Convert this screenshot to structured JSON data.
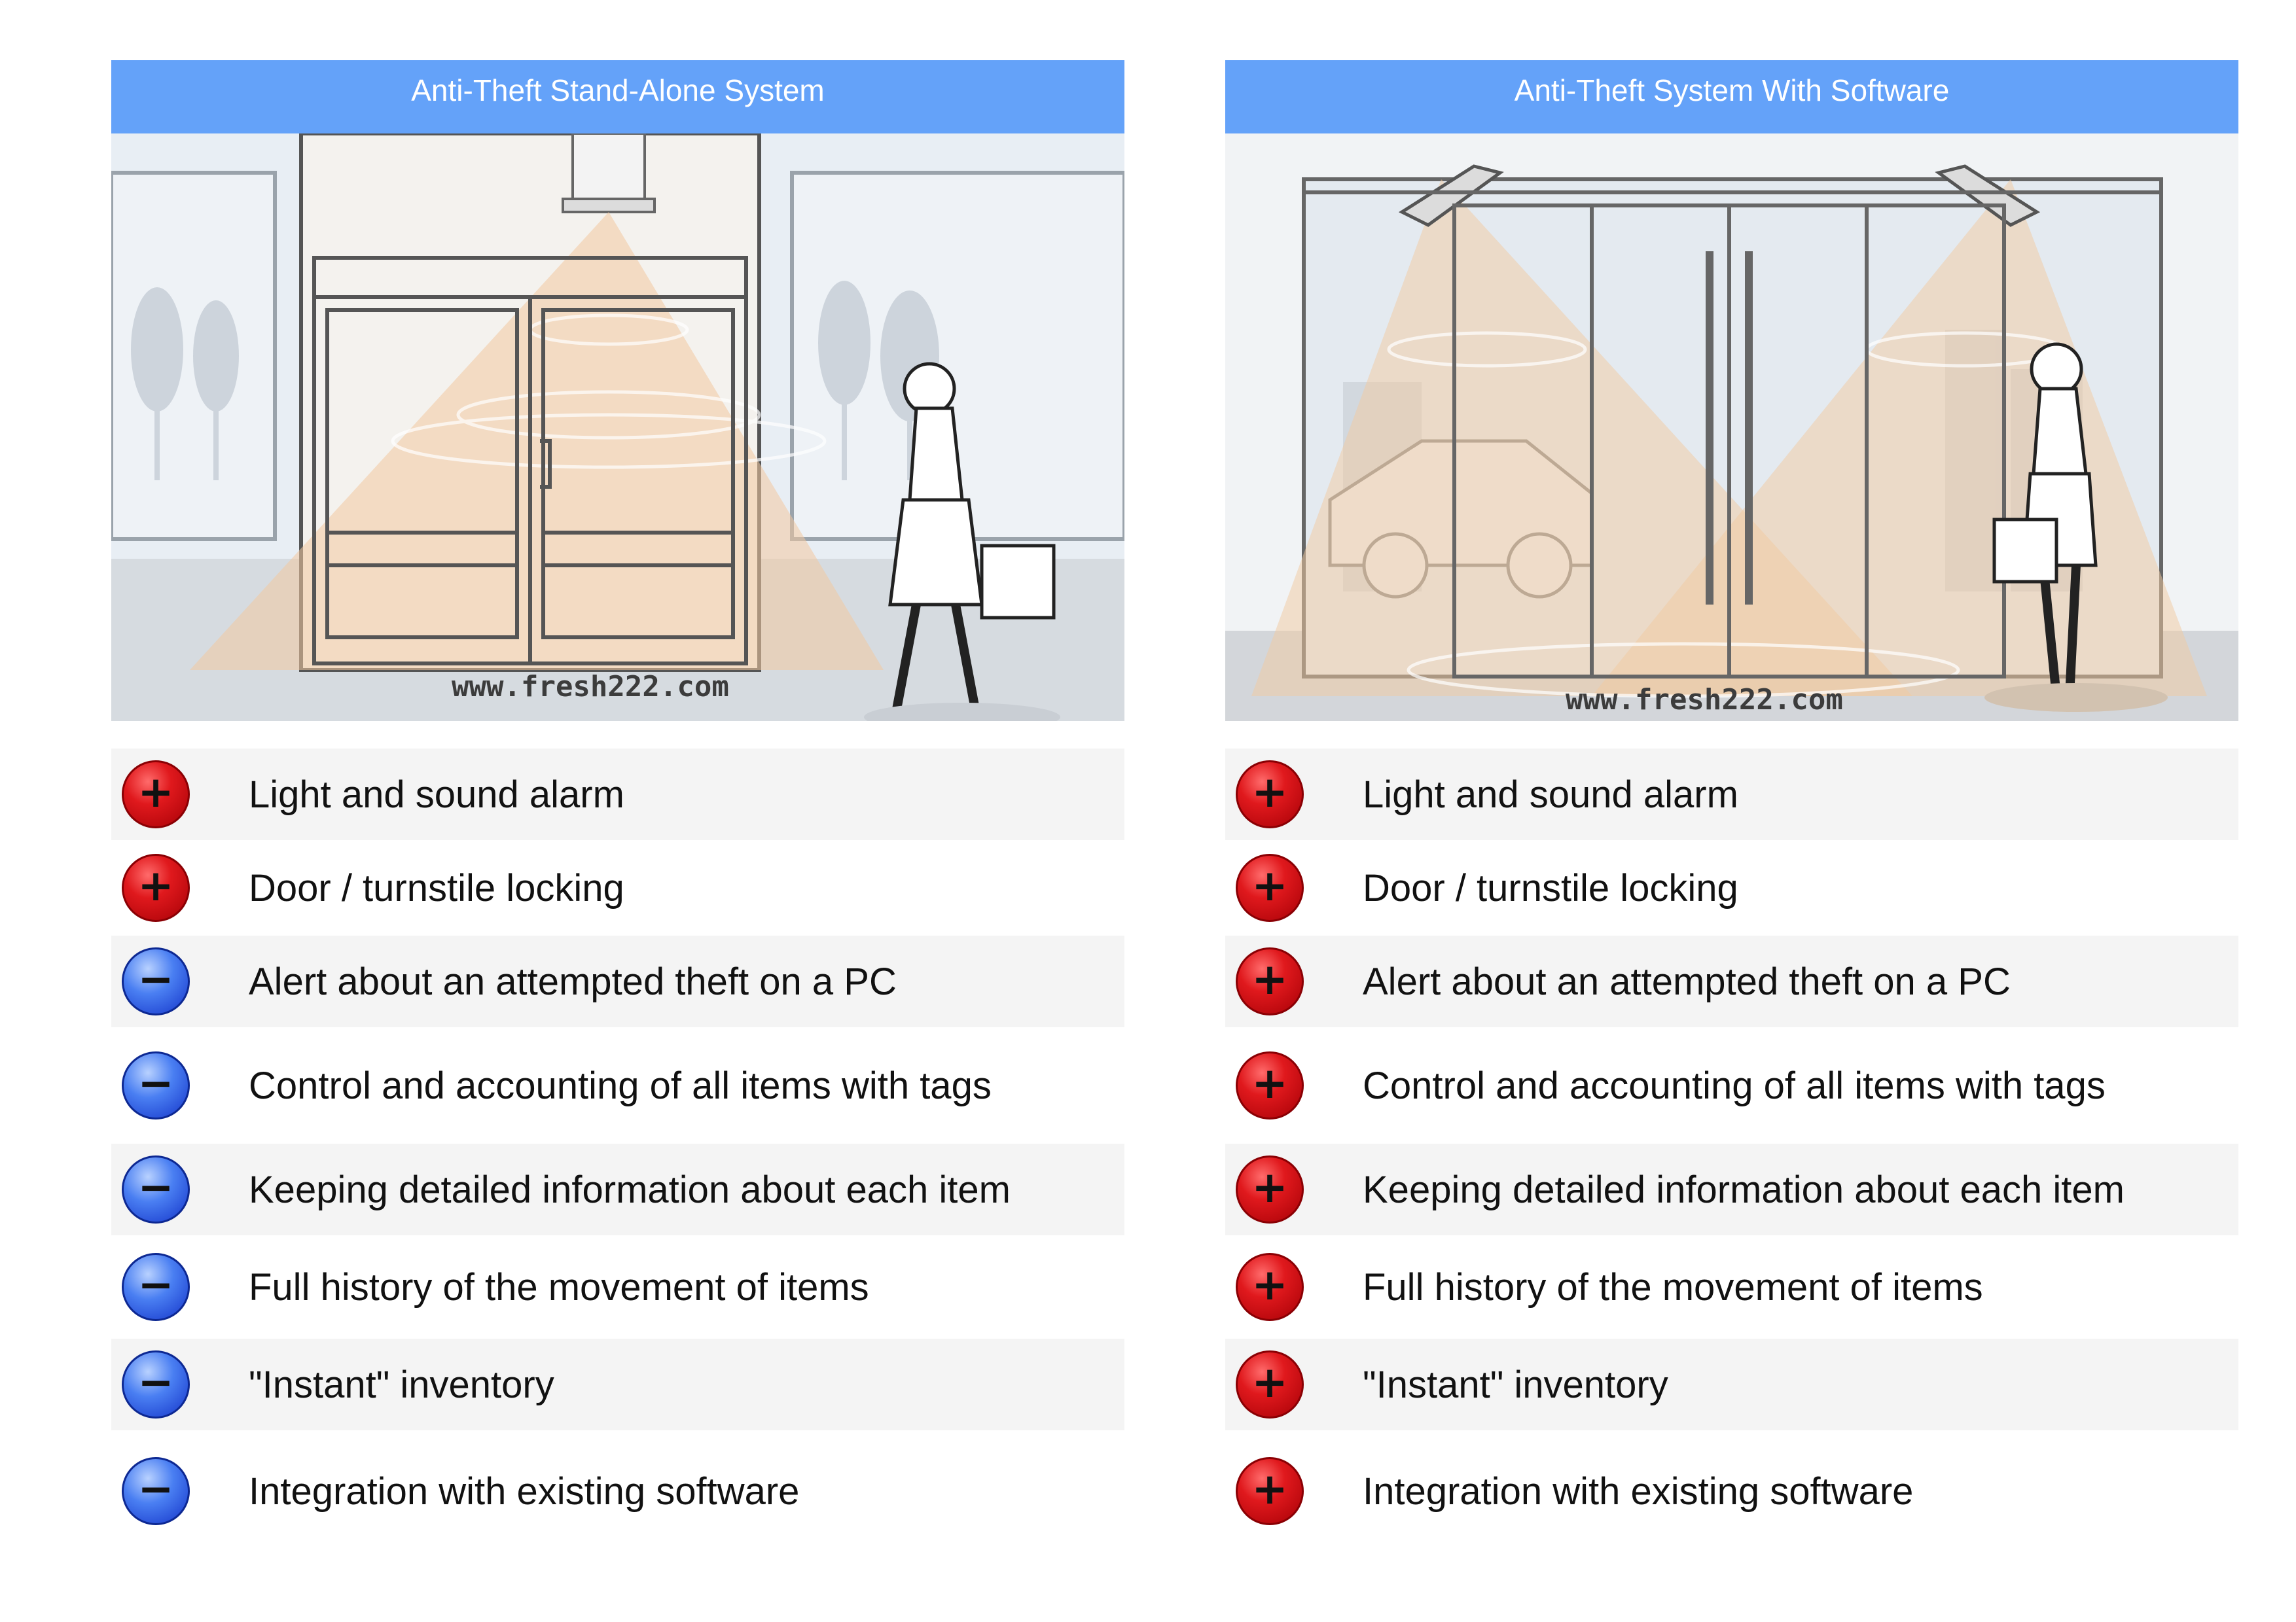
{
  "panels": [
    {
      "title": "Anti-Theft Stand-Alone System",
      "watermark": "www.fresh222.com",
      "features": [
        {
          "label": "Light and sound alarm",
          "sign": "+",
          "status": "plus"
        },
        {
          "label": "Door / turnstile locking",
          "sign": "+",
          "status": "plus"
        },
        {
          "label": "Alert about an attempted theft on a PC",
          "sign": "−",
          "status": "minus"
        },
        {
          "label": "Control and accounting of all items with tags",
          "sign": "−",
          "status": "minus"
        },
        {
          "label": "Keeping detailed information about each item",
          "sign": "−",
          "status": "minus"
        },
        {
          "label": "Full history of the movement of items",
          "sign": "−",
          "status": "minus"
        },
        {
          "label": "\"Instant\" inventory",
          "sign": "−",
          "status": "minus"
        },
        {
          "label": "Integration with existing software",
          "sign": "−",
          "status": "minus"
        }
      ]
    },
    {
      "title": "Anti-Theft System With Software",
      "watermark": "www.fresh222.com",
      "features": [
        {
          "label": "Light and sound alarm",
          "sign": "+",
          "status": "plus"
        },
        {
          "label": "Door / turnstile locking",
          "sign": "+",
          "status": "plus"
        },
        {
          "label": "Alert about an attempted theft on a PC",
          "sign": "+",
          "status": "plus"
        },
        {
          "label": "Control and accounting of all items with tags",
          "sign": "+",
          "status": "plus"
        },
        {
          "label": "Keeping detailed information about each item",
          "sign": "+",
          "status": "plus"
        },
        {
          "label": "Full history of the movement of items",
          "sign": "+",
          "status": "plus"
        },
        {
          "label": "\"Instant\" inventory",
          "sign": "+",
          "status": "plus"
        },
        {
          "label": "Integration with existing software",
          "sign": "+",
          "status": "plus"
        }
      ]
    }
  ],
  "colors": {
    "header": "#64a2f9",
    "plus_icon": "#e0191d",
    "minus_icon": "#2f5fe6",
    "row_shade": "#f4f4f4",
    "beam": "#f2c9a0"
  }
}
